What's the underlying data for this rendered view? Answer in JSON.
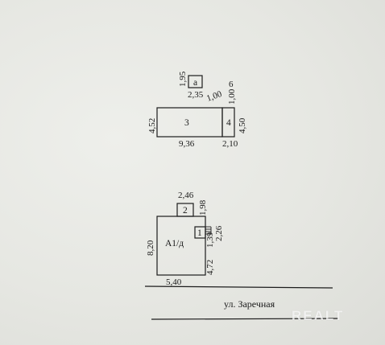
{
  "plan": {
    "upper": {
      "room_a": "а",
      "room_a_side": "1,95",
      "room_a_width": "2,35",
      "room_3": "3",
      "room_3_height": "4,52",
      "room_3_width": "9,36",
      "room_4": "4",
      "room_4_height": "4,50",
      "room_4_width": "2,10",
      "step": "1,00",
      "step_right": "1,00",
      "step_label": "6"
    },
    "lower": {
      "room_2": "2",
      "room_2_width": "2,46",
      "room_2_height": "1,98",
      "main": "А1/д",
      "main_height": "8,20",
      "main_width": "5,40",
      "room_1": "1",
      "room_1_height": "2,26",
      "room_1_width": "1,39",
      "right_height": "4,72"
    },
    "street": "ул. Заречная"
  },
  "watermark": "REALT"
}
